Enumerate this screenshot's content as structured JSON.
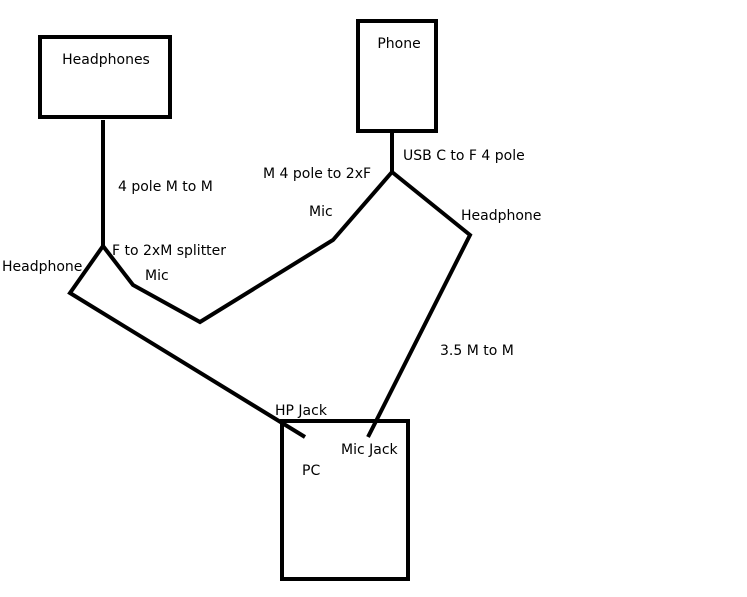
{
  "nodes": {
    "headphones": "Headphones",
    "phone": "Phone",
    "pc": "PC"
  },
  "cables": {
    "headphones_cable": "4 pole M to M",
    "splitter": "F to 2xM splitter",
    "phone_adapter": "USB C to F 4 pole",
    "phone_splitter": "M 4 pole to 2xF",
    "aux_cable": "3.5 M to M"
  },
  "branches": {
    "left_headphone": "Headphone",
    "left_mic": "Mic",
    "right_mic": "Mic",
    "right_headphone": "Headphone"
  },
  "ports": {
    "hp_jack": "HP Jack",
    "mic_jack": "Mic Jack"
  }
}
